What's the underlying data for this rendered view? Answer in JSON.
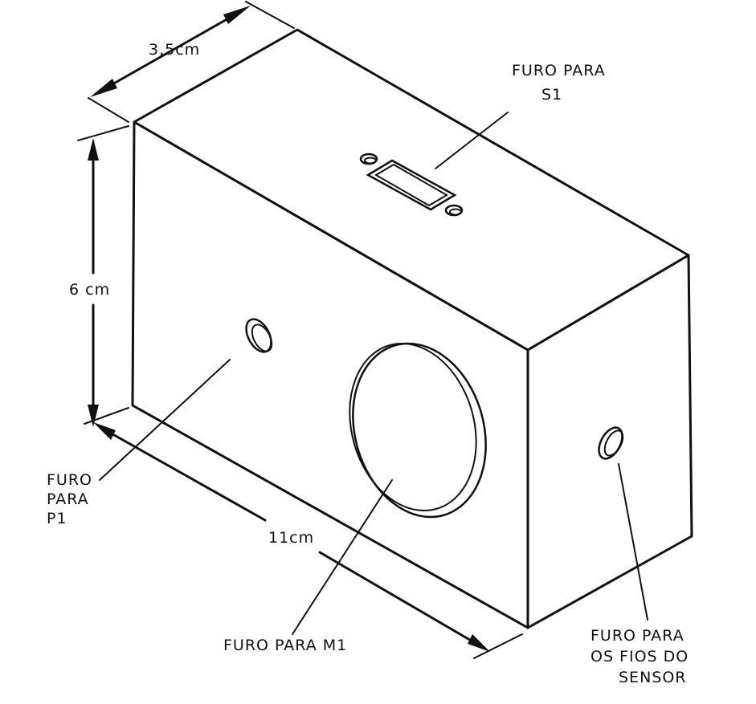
{
  "dimensions": {
    "depth": "3,5cm",
    "height": "6 cm",
    "length": "11cm"
  },
  "labels": {
    "s1": [
      "FURO PARA",
      "S1"
    ],
    "p1": [
      "FURO",
      "PARA",
      "P1"
    ],
    "m1": "FURO PARA M1",
    "sensor": [
      "FURO PARA",
      "OS FIOS DO",
      "SENSOR"
    ]
  }
}
